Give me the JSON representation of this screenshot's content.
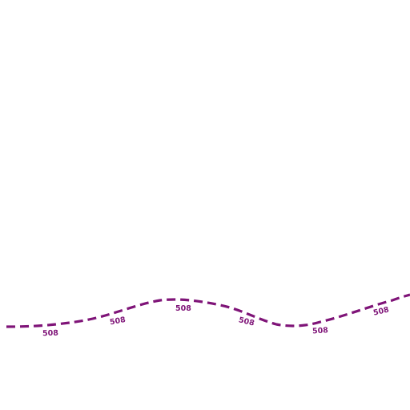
{
  "map": {
    "route": {
      "ref": "508",
      "color": "#7f1478"
    },
    "labels": [
      {
        "text": "508"
      },
      {
        "text": "508"
      },
      {
        "text": "508"
      },
      {
        "text": "508"
      },
      {
        "text": "508"
      },
      {
        "text": "508"
      }
    ]
  }
}
